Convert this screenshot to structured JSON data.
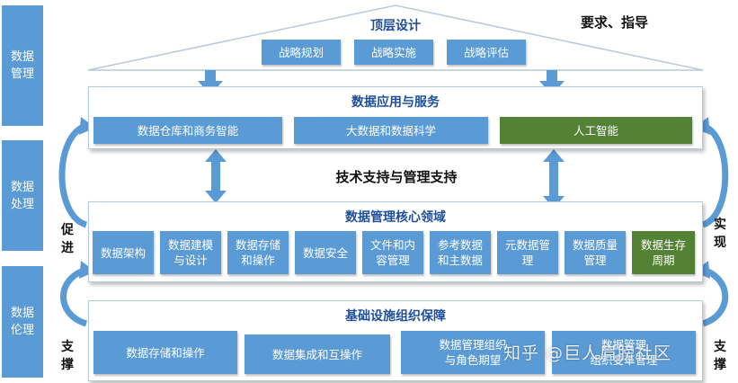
{
  "side_labels": [
    "数据\n管理",
    "数据\n处理",
    "数据\n伦理"
  ],
  "top": {
    "title": "顶层设计",
    "items": [
      "战略规划",
      "战略实施",
      "战略评估"
    ],
    "note": "要求、指导"
  },
  "services": {
    "title": "数据应用与服务",
    "items": [
      "数据仓库和商务智能",
      "大数据和数据科学",
      "人工智能"
    ]
  },
  "support_label": "技术支持与管理支持",
  "core": {
    "title": "数据管理核心领域",
    "items": [
      "数据架构",
      "数据建模\n与设计",
      "数据存储\n和操作",
      "数据安全",
      "文件和内\n容管理",
      "参考数据\n和主数据",
      "元数据管\n理",
      "数据质量\n管理",
      "数据生存\n周期"
    ]
  },
  "infra": {
    "title": "基础设施组织保障",
    "items": [
      "数据存储和操作",
      "数据集成和互操作",
      "数据管理组织\n与角色期望",
      "数据管理\n组织变革管理"
    ]
  },
  "left_labels": {
    "promote": "促\n进",
    "support": "支\n撑"
  },
  "right_labels": {
    "realize": "实\n现",
    "support": "支\n撑"
  },
  "watermark": "知乎 @巨人肩膀社区",
  "colors": {
    "box_blue": "#5b9bd5",
    "box_green": "#548235",
    "title_blue": "#1f4e9a"
  }
}
